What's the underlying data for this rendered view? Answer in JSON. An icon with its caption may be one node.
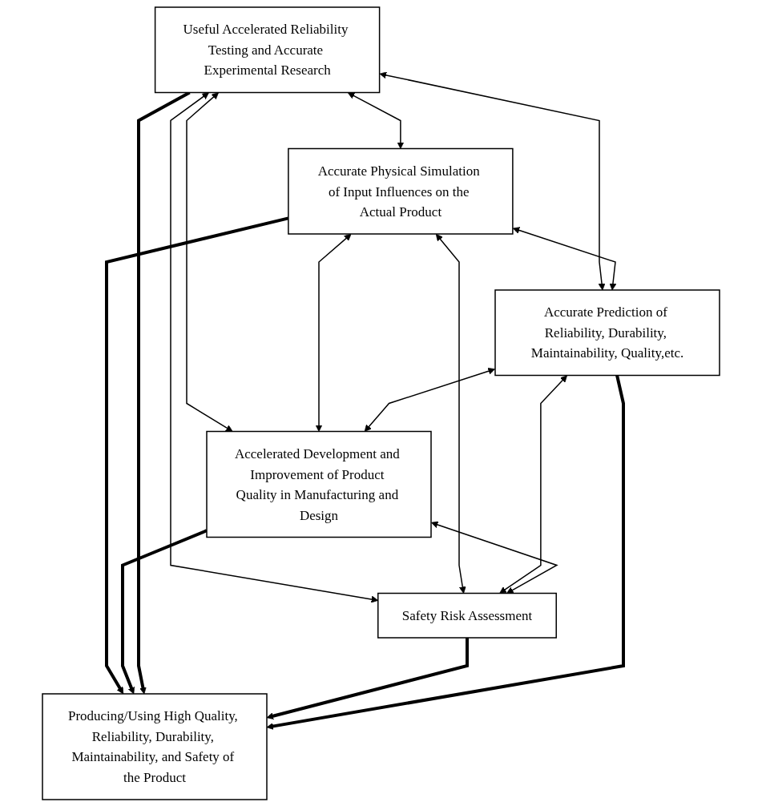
{
  "diagram": {
    "nodes": [
      {
        "text": [
          "Useful Accelerated Reliability Testing and Accurate Experimental Research"
        ]
      },
      {
        "text": [
          "Accurate Physical Simulation of Input Influences on the Actual Product"
        ]
      },
      {
        "text": [
          "Accurate Prediction of Reliability, Durability, Maintainability, Quality,etc."
        ]
      },
      {
        "text": [
          "Accelerated Development and Improvement of Product Quality in Manufacturing and Design"
        ]
      },
      {
        "text": [
          "Safety Risk Assessment"
        ]
      },
      {
        "text": [
          "Producing/Using High Quality, Reliability, Durability, Maintainability, and Safety of the Product"
        ]
      }
    ],
    "edges": [
      {
        "from": 0,
        "to": 1,
        "arrow": "both"
      },
      {
        "from": 0,
        "to": 2,
        "arrow": "both"
      },
      {
        "from": 0,
        "to": 3,
        "arrow": "both"
      },
      {
        "from": 0,
        "to": 4,
        "arrow": "both"
      },
      {
        "from": 1,
        "to": 2,
        "arrow": "both"
      },
      {
        "from": 1,
        "to": 3,
        "arrow": "both"
      },
      {
        "from": 1,
        "to": 4,
        "arrow": "both"
      },
      {
        "from": 2,
        "to": 3,
        "arrow": "both"
      },
      {
        "from": 2,
        "to": 4,
        "arrow": "both"
      },
      {
        "from": 3,
        "to": 4,
        "arrow": "both"
      },
      {
        "from": 1,
        "to": 5,
        "arrow": "to",
        "style": "thick"
      },
      {
        "from": 3,
        "to": 5,
        "arrow": "to",
        "style": "thick"
      },
      {
        "from": 0,
        "to": 5,
        "arrow": "to",
        "style": "thick"
      },
      {
        "from": 4,
        "to": 5,
        "arrow": "to",
        "style": "thick"
      },
      {
        "from": 2,
        "to": 5,
        "arrow": "to",
        "style": "thick"
      }
    ]
  }
}
